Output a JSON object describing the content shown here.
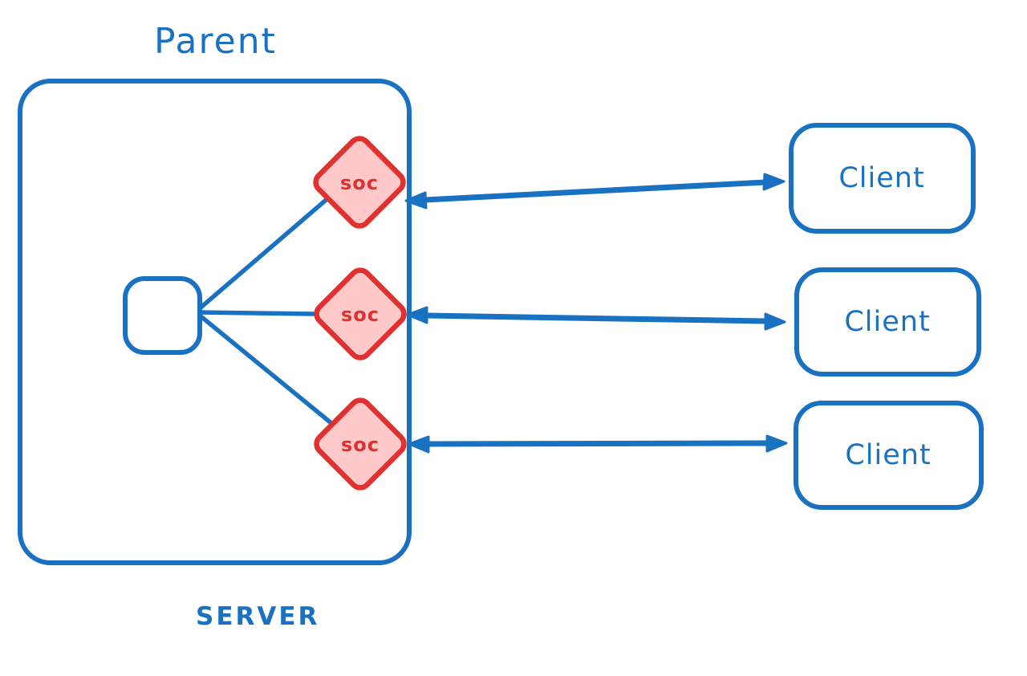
{
  "diagram": {
    "title": "Parent",
    "server_label": "SERVER",
    "sockets": [
      {
        "label": "soc"
      },
      {
        "label": "soc"
      },
      {
        "label": "soc"
      }
    ],
    "clients": [
      {
        "label": "Client"
      },
      {
        "label": "Client"
      },
      {
        "label": "Client"
      }
    ]
  },
  "colors": {
    "blue": "#1971c2",
    "red": "#e03131",
    "pink": "#ffc9c9",
    "background": "#ffffff"
  }
}
